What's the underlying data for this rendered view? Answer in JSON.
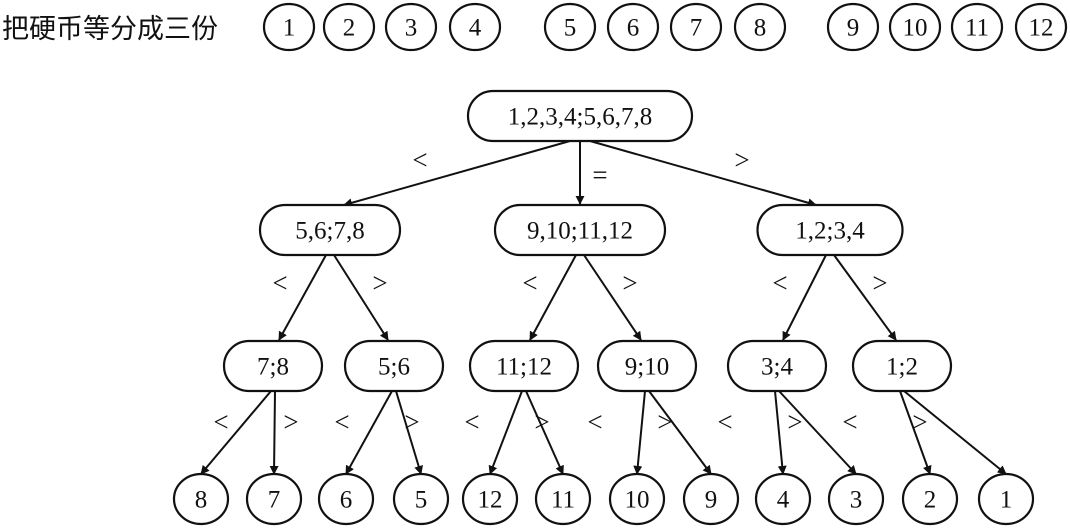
{
  "title": "把硬币等分成三份",
  "coins": [
    [
      "1",
      "2",
      "3",
      "4"
    ],
    [
      "5",
      "6",
      "7",
      "8"
    ],
    [
      "9",
      "10",
      "11",
      "12"
    ]
  ],
  "tree": {
    "root": "1,2,3,4;5,6,7,8",
    "root_edge_labels": [
      "<",
      "=",
      ">"
    ],
    "level2": [
      "5,6;7,8",
      "9,10;11,12",
      "1,2;3,4"
    ],
    "level2_edge_labels": [
      "<",
      ">"
    ],
    "level3": [
      "7;8",
      "5;6",
      "11;12",
      "9;10",
      "3;4",
      "1;2"
    ],
    "level3_edge_labels": [
      "<",
      ">"
    ],
    "leaves": [
      "8",
      "7",
      "6",
      "5",
      "12",
      "11",
      "10",
      "9",
      "4",
      "3",
      "2",
      "1"
    ]
  }
}
